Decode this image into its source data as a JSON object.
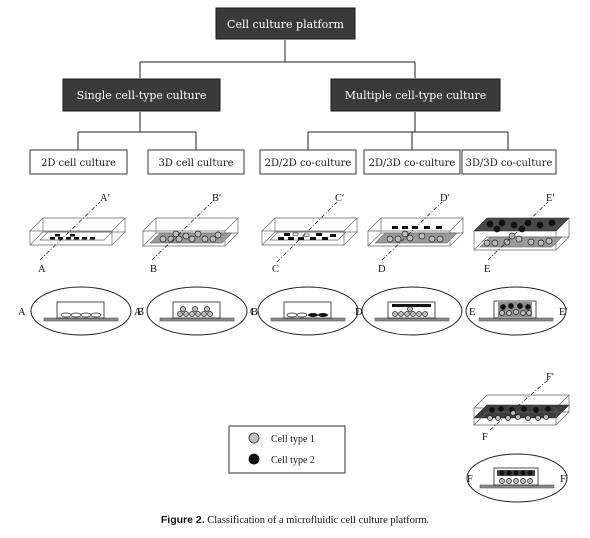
{
  "tree": {
    "root": "Cell culture platform",
    "left": "Single cell-type culture",
    "right": "Multiple cell-type culture",
    "leaves": [
      "2D cell culture",
      "3D cell culture",
      "2D/2D co-culture",
      "2D/3D co-culture",
      "3D/3D co-culture"
    ]
  },
  "sections": {
    "A": {
      "start": "A",
      "end": "A′"
    },
    "B": {
      "start": "B",
      "end": "B′"
    },
    "C": {
      "start": "C",
      "end": "C′"
    },
    "D": {
      "start": "D",
      "end": "D′"
    },
    "E": {
      "start": "E",
      "end": "E′"
    },
    "F": {
      "start": "F",
      "end": "F′"
    }
  },
  "legend": {
    "type1": "Cell type 1",
    "type2": "Cell type 2"
  },
  "caption": {
    "label": "Figure 2.",
    "text": " Classification of a microfluidic cell culture platform."
  },
  "colors": {
    "dark_box": "#3a3a3a",
    "cell_type_1": "#bdbdbd",
    "cell_type_2": "#111111",
    "chip_base": "#8a8a8a"
  }
}
